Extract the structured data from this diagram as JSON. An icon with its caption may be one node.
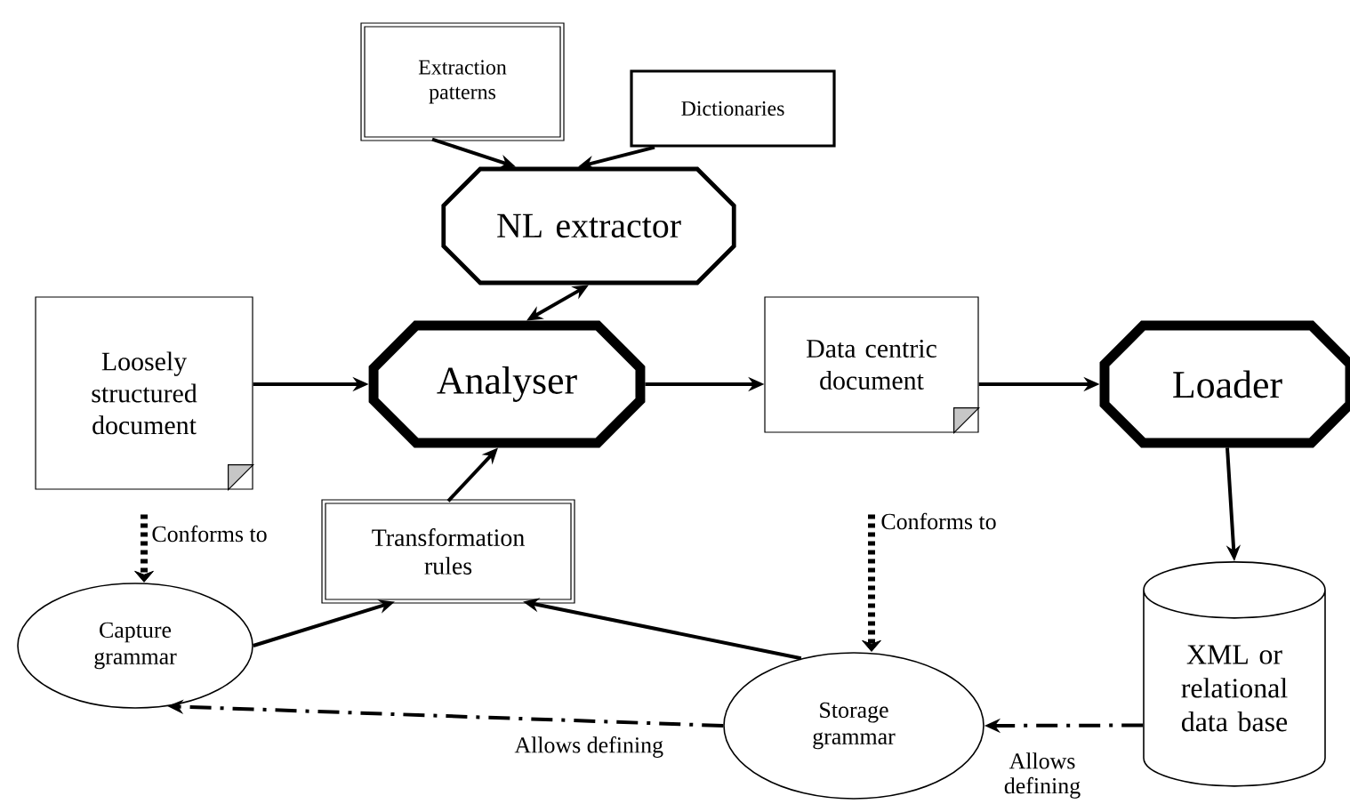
{
  "diagram": {
    "nodes": [
      {
        "text": [
          "Extraction patterns"
        ]
      },
      {
        "text": [
          "Dictionaries"
        ]
      },
      {
        "text": [
          "NL extractor"
        ]
      },
      {
        "text": [
          "Loosely structured document"
        ]
      },
      {
        "text": [
          "Analyser"
        ]
      },
      {
        "text": [
          "Data centric document"
        ]
      },
      {
        "text": [
          "Loader"
        ]
      },
      {
        "text": [
          "Transformation rules"
        ]
      },
      {
        "text": [
          "Capture grammar"
        ]
      },
      {
        "text": [
          "Storage grammar"
        ]
      },
      {
        "text": [
          "XML or relational data base"
        ]
      }
    ],
    "edges": [
      {
        "from": 0,
        "to": 2,
        "arrow": "to"
      },
      {
        "from": 1,
        "to": 2,
        "arrow": "to"
      },
      {
        "from": 2,
        "to": 4,
        "arrow": "both"
      },
      {
        "from": 3,
        "to": 4,
        "arrow": "to"
      },
      {
        "from": 4,
        "to": 5,
        "arrow": "to"
      },
      {
        "from": 5,
        "to": 6,
        "arrow": "to"
      },
      {
        "from": 6,
        "to": 10,
        "arrow": "to"
      },
      {
        "from": 7,
        "to": 4,
        "arrow": "to"
      },
      {
        "from": 8,
        "to": 7,
        "arrow": "to"
      },
      {
        "from": 9,
        "to": 7,
        "arrow": "to"
      },
      {
        "from": 3,
        "to": 8,
        "arrow": "to",
        "label": "Conforms to",
        "style": "dashed"
      },
      {
        "from": 5,
        "to": 9,
        "arrow": "to",
        "label": "Conforms to",
        "style": "dashed"
      },
      {
        "from": 9,
        "to": 8,
        "arrow": "to",
        "label": "Allows defining",
        "style": "dashed"
      },
      {
        "from": 10,
        "to": 9,
        "arrow": "to",
        "label": "Allows defining",
        "style": "dashed"
      }
    ]
  }
}
